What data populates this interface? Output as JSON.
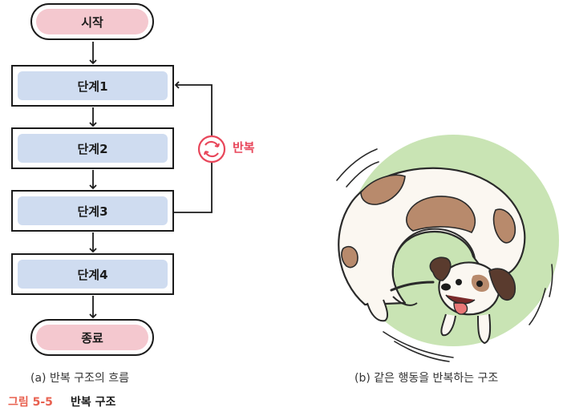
{
  "flowchart": {
    "start": "시작",
    "steps": [
      "단계1",
      "단계2",
      "단계3",
      "단계4"
    ],
    "end": "종료",
    "loop_label": "반복"
  },
  "captions": {
    "a": "(a) 반복 구조의 흐름",
    "b": "(b) 같은 행동을 반복하는 구조"
  },
  "figure": {
    "number": "그림 5-5",
    "title": "반복 구조"
  },
  "colors": {
    "terminal_fill": "#f4c8cf",
    "step_fill": "#cfdcf0",
    "loop_accent": "#e8465a",
    "figure_number": "#e8604f",
    "illustration_bg": "#c9e4b4"
  },
  "illustration": "dog-chasing-tail"
}
